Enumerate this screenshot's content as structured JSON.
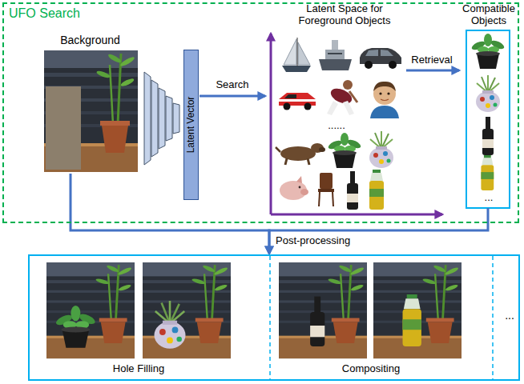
{
  "diagram": {
    "nodes": [
      {
        "text": [
          "UFO Search"
        ]
      },
      {
        "text": [
          "Background"
        ],
        "in": 0
      },
      {
        "text": [
          "Latent Vector"
        ],
        "in": 0
      },
      {
        "text": [
          "Latent Space for Foreground Objects",
          "......"
        ],
        "in": 0
      },
      {
        "text": [
          "Compatible Objects",
          "..."
        ],
        "in": 0
      },
      {
        "text": [
          "..."
        ]
      },
      {
        "text": [
          "Hole Filling"
        ],
        "in": 5
      },
      {
        "text": [
          "Compositing"
        ],
        "in": 5
      }
    ],
    "edges": [
      {
        "from": 2,
        "to": 3,
        "label": "Search",
        "arrow": "to"
      },
      {
        "from": 3,
        "to": 4,
        "label": "Retrieval",
        "arrow": "to"
      },
      {
        "from": 1,
        "to": 5,
        "label": "Post-processing",
        "arrow": "to"
      },
      {
        "from": 4,
        "to": 5,
        "arrow": "to"
      }
    ]
  }
}
